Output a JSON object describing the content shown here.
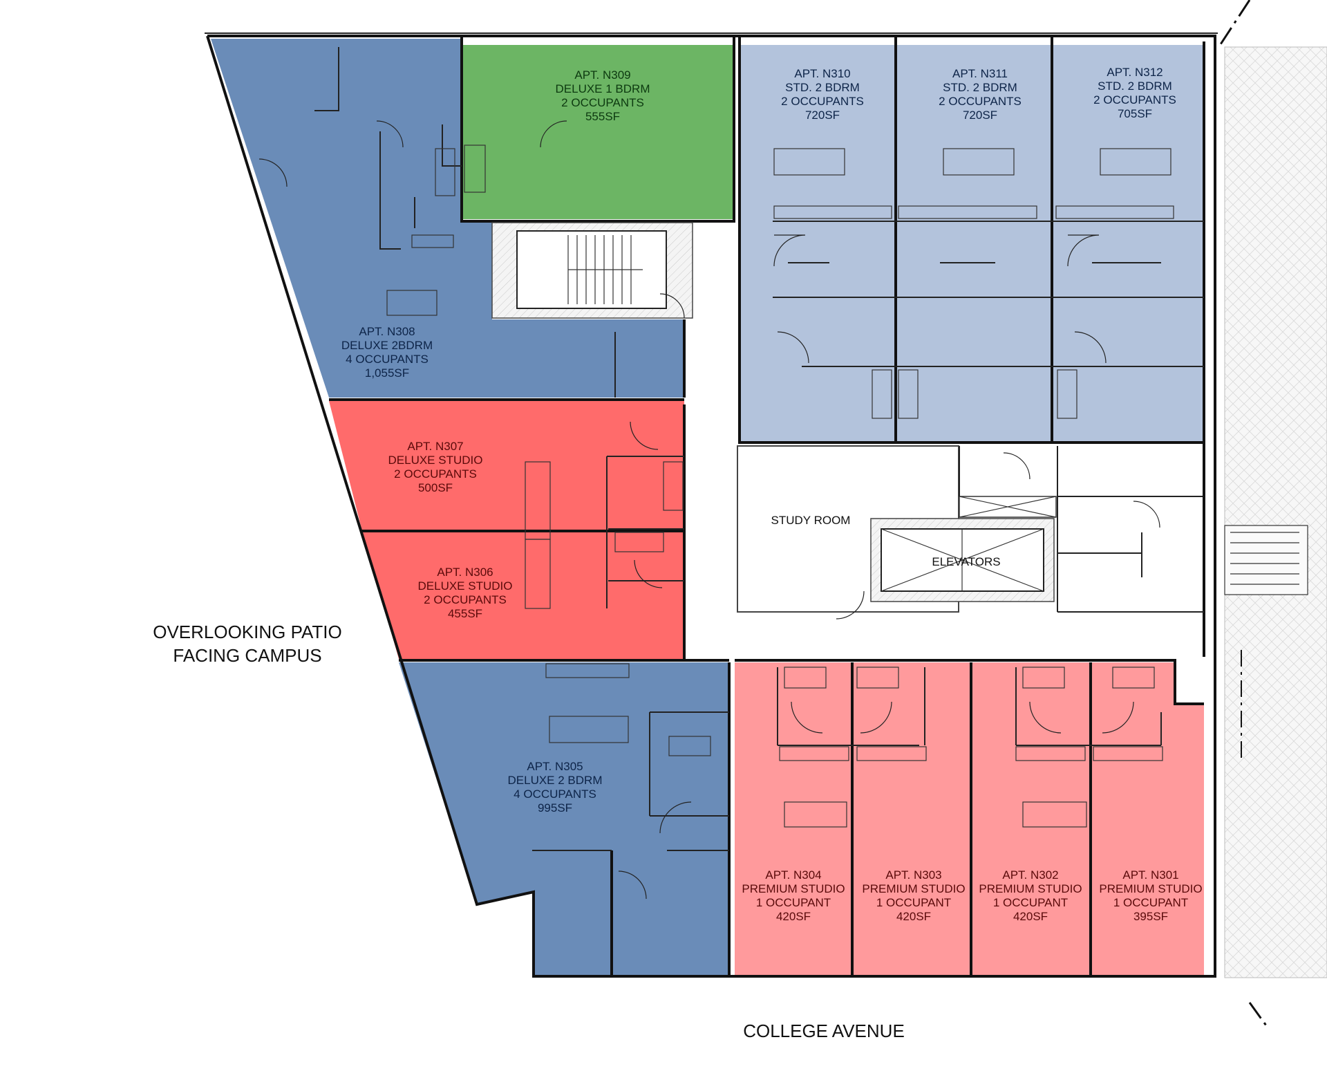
{
  "colors": {
    "deluxe_2br": "#6a8cb8",
    "deluxe_1br": "#6cb564",
    "std_2br": "#b3c3dc",
    "deluxe_studio": "#ff6b6b",
    "premium_studio": "#ff9a9c",
    "text_blue": "#0d2448",
    "text_green": "#0d3a10",
    "text_red": "#5a0a0a"
  },
  "apartments": [
    {
      "id": "n301",
      "lines": [
        "APT. N301",
        "PREMIUM STUDIO",
        "1 OCCUPANT",
        "395SF"
      ],
      "type": "premium_studio"
    },
    {
      "id": "n302",
      "lines": [
        "APT. N302",
        "PREMIUM STUDIO",
        "1 OCCUPANT",
        "420SF"
      ],
      "type": "premium_studio"
    },
    {
      "id": "n303",
      "lines": [
        "APT. N303",
        "PREMIUM STUDIO",
        "1 OCCUPANT",
        "420SF"
      ],
      "type": "premium_studio"
    },
    {
      "id": "n304",
      "lines": [
        "APT. N304",
        "PREMIUM STUDIO",
        "1 OCCUPANT",
        "420SF"
      ],
      "type": "premium_studio"
    },
    {
      "id": "n305",
      "lines": [
        "APT. N305",
        "DELUXE 2 BDRM",
        "4 OCCUPANTS",
        "995SF"
      ],
      "type": "deluxe_2br"
    },
    {
      "id": "n306",
      "lines": [
        "APT. N306",
        "DELUXE STUDIO",
        "2 OCCUPANTS",
        "455SF"
      ],
      "type": "deluxe_studio"
    },
    {
      "id": "n307",
      "lines": [
        "APT. N307",
        "DELUXE STUDIO",
        "2 OCCUPANTS",
        "500SF"
      ],
      "type": "deluxe_studio"
    },
    {
      "id": "n308",
      "lines": [
        "APT. N308",
        "DELUXE 2BDRM",
        "4 OCCUPANTS",
        "1,055SF"
      ],
      "type": "deluxe_2br"
    },
    {
      "id": "n309",
      "lines": [
        "APT. N309",
        "DELUXE 1 BDRM",
        "2 OCCUPANTS",
        "555SF"
      ],
      "type": "deluxe_1br"
    },
    {
      "id": "n310",
      "lines": [
        "APT. N310",
        "STD. 2 BDRM",
        "2 OCCUPANTS",
        "720SF"
      ],
      "type": "std_2br"
    },
    {
      "id": "n311",
      "lines": [
        "APT. N311",
        "STD. 2 BDRM",
        "2 OCCUPANTS",
        "720SF"
      ],
      "type": "std_2br"
    },
    {
      "id": "n312",
      "lines": [
        "APT. N312",
        "STD. 2 BDRM",
        "2 OCCUPANTS",
        "705SF"
      ],
      "type": "std_2br"
    }
  ],
  "rooms": {
    "study_room": "STUDY ROOM",
    "elevators": "ELEVATORS"
  },
  "annotations": {
    "patio_line1": "OVERLOOKING PATIO",
    "patio_line2": "FACING CAMPUS",
    "street": "COLLEGE AVENUE"
  }
}
